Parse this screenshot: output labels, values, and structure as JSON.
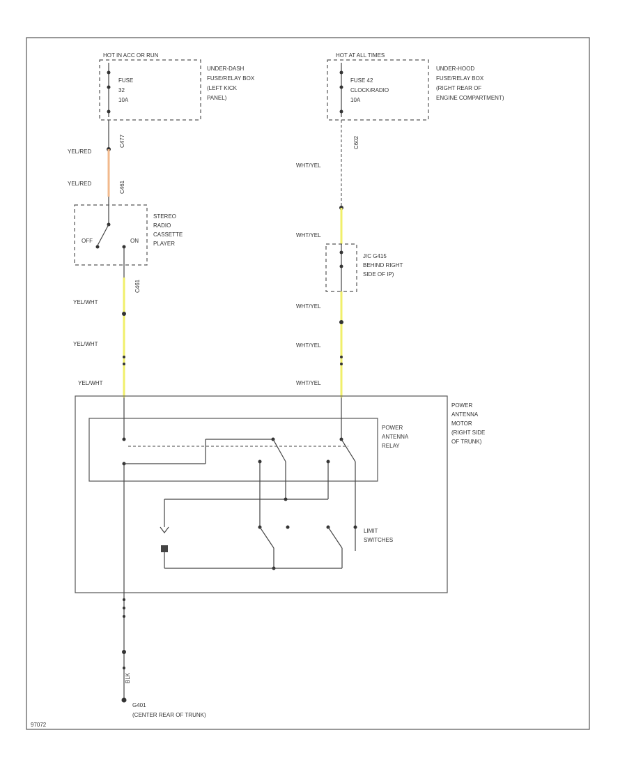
{
  "fuse_left": {
    "header": "HOT IN ACC OR RUN",
    "fuse_label": "FUSE",
    "fuse_number": "32",
    "fuse_rating": "10A",
    "location": [
      "UNDER-DASH",
      "FUSE/RELAY BOX",
      "(LEFT KICK",
      "PANEL)"
    ]
  },
  "fuse_right": {
    "header": "HOT AT ALL TIMES",
    "fuse_label": "FUSE 42",
    "fuse_sub": "CLOCK/RADIO",
    "fuse_rating": "10A",
    "location": [
      "UNDER-HOOD",
      "FUSE/RELAY BOX",
      "(RIGHT REAR OF",
      "ENGINE COMPARTMENT)"
    ]
  },
  "wires": {
    "yel_red_1": "YEL/RED",
    "yel_red_2": "YEL/RED",
    "yel_wht_1": "YEL/WHT",
    "yel_wht_2": "YEL/WHT",
    "yel_wht_3": "YEL/WHT",
    "wht_yel_1": "WHT/YEL",
    "wht_yel_2": "WHT/YEL",
    "wht_yel_3": "WHT/YEL",
    "wht_yel_4": "WHT/YEL",
    "wht_yel_5": "WHT/YEL",
    "blk": "BLK"
  },
  "connectors": {
    "c1": "C477",
    "c2": "C461",
    "c3": "C461",
    "c4": "C602"
  },
  "radio": {
    "label": [
      "STEREO",
      "RADIO",
      "CASSETTE",
      "PLAYER"
    ],
    "off": "OFF",
    "on": "ON"
  },
  "jc": {
    "label": [
      "J/C G415",
      "BEHIND RIGHT",
      "SIDE OF IP)"
    ]
  },
  "motor": {
    "label": [
      "POWER",
      "ANTENNA",
      "MOTOR",
      "(RIGHT SIDE",
      "OF TRUNK)"
    ]
  },
  "relay": {
    "label": [
      "POWER",
      "ANTENNA",
      "RELAY"
    ]
  },
  "limit": {
    "label": [
      "LIMIT",
      "SWITCHES"
    ]
  },
  "ground": {
    "label": [
      "G401",
      "(CENTER REAR OF TRUNK)"
    ]
  },
  "figure_code": "97072"
}
